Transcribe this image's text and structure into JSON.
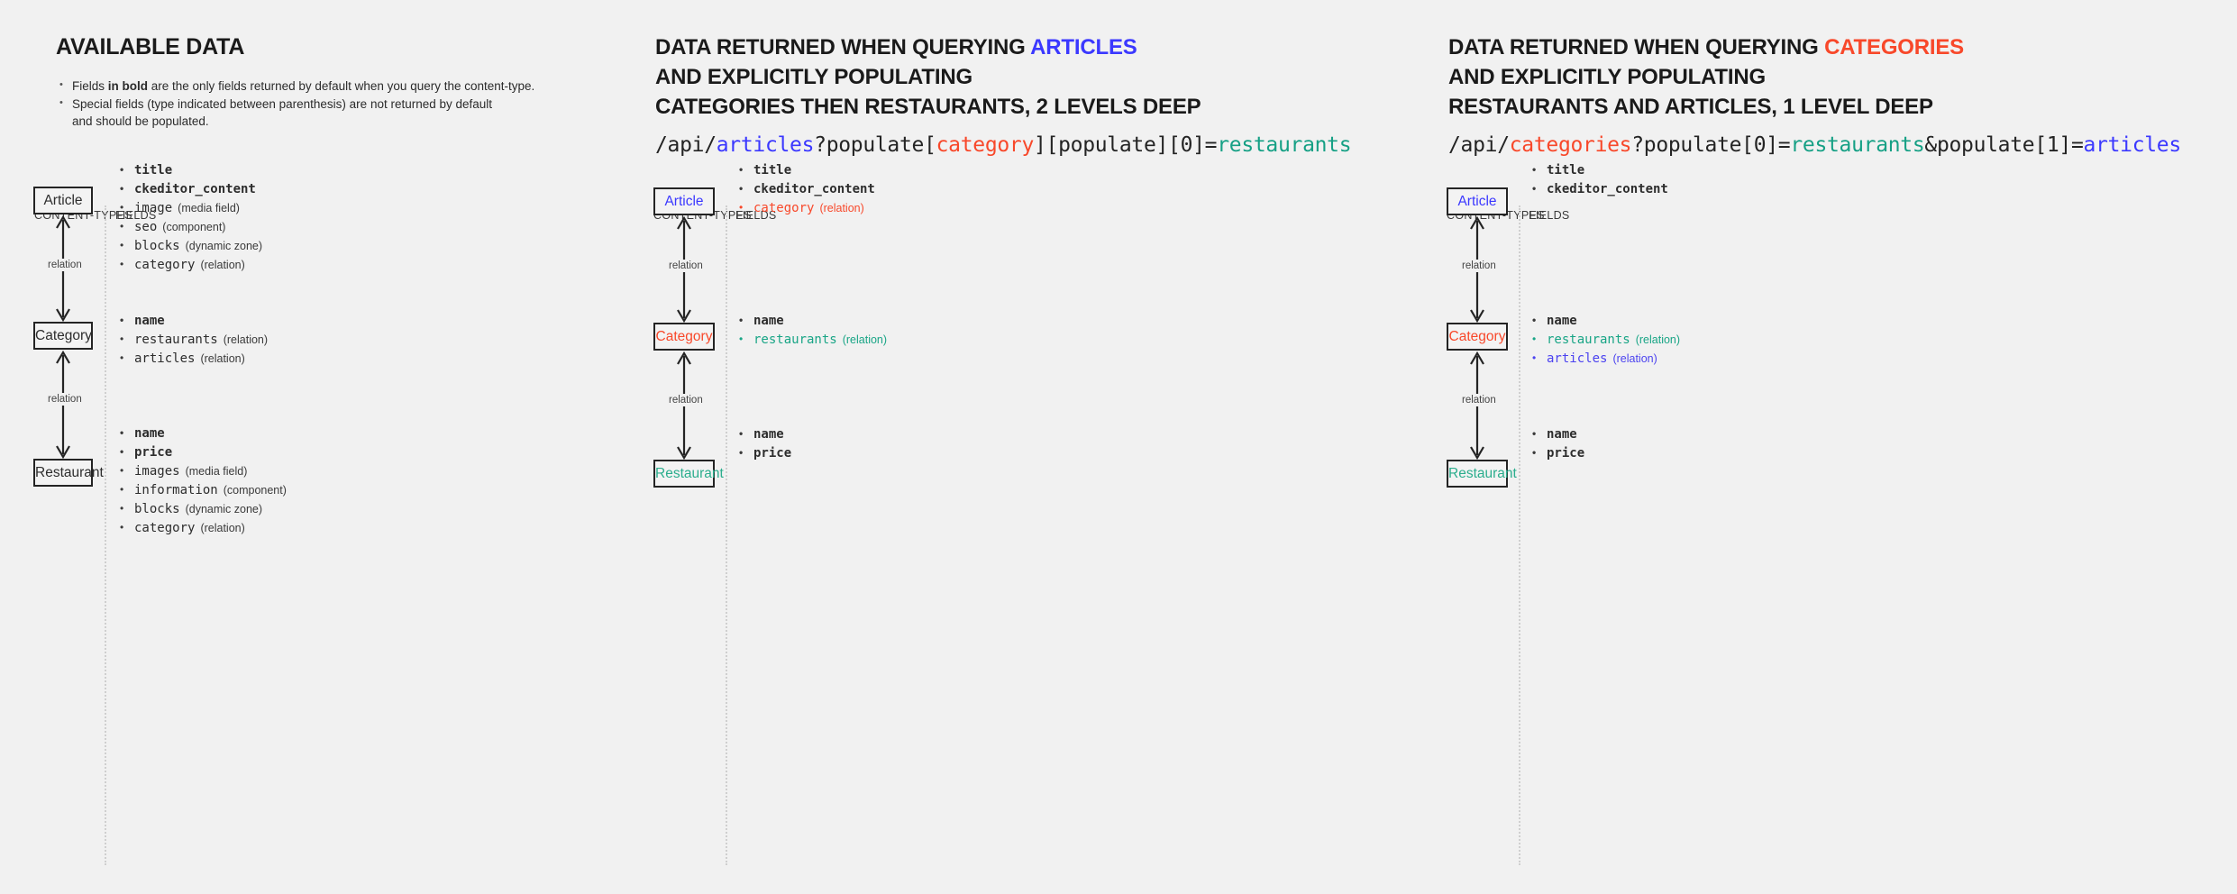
{
  "colors": {
    "background": "#f1f1f1",
    "text": "#1f1f1f",
    "accent_blue": "#3b38ff",
    "accent_red": "#f8482a",
    "accent_green": "#16a085",
    "divider": "#cfcfcf"
  },
  "labels": {
    "content_types": "CONTENT-TYPES",
    "fields": "FIELDS",
    "relation": "relation"
  },
  "panels": [
    {
      "id": "available-data",
      "heading": {
        "prefix": "AVAILABLE DATA",
        "accent": "",
        "accent_color": "",
        "line2": "",
        "line3": ""
      },
      "notes": [
        {
          "pre": "Fields ",
          "bold": "in bold",
          "post": " are the only fields returned by default when you query the content-type."
        },
        {
          "pre": "Special fields (type indicated between parenthesis) are not returned by default",
          "bold": "",
          "post": ""
        },
        {
          "pre": "and should be populated.",
          "bold": "",
          "post": ""
        }
      ],
      "url": null,
      "nodes": [
        {
          "label": "Article",
          "color": "default"
        },
        {
          "label": "Category",
          "color": "default"
        },
        {
          "label": "Restaurant",
          "color": "default"
        }
      ],
      "field_groups": [
        {
          "owner": "Article",
          "fields": [
            {
              "name": "title",
              "type": "",
              "bold": true,
              "color": "default"
            },
            {
              "name": "ckeditor_content",
              "type": "",
              "bold": true,
              "color": "default"
            },
            {
              "name": "image",
              "type": "(media field)",
              "bold": false,
              "color": "default"
            },
            {
              "name": "seo",
              "type": "(component)",
              "bold": false,
              "color": "default"
            },
            {
              "name": "blocks",
              "type": "(dynamic zone)",
              "bold": false,
              "color": "default"
            },
            {
              "name": "category",
              "type": "(relation)",
              "bold": false,
              "color": "default"
            }
          ]
        },
        {
          "owner": "Category",
          "fields": [
            {
              "name": "name",
              "type": "",
              "bold": true,
              "color": "default"
            },
            {
              "name": "restaurants",
              "type": "(relation)",
              "bold": false,
              "color": "default"
            },
            {
              "name": "articles",
              "type": "(relation)",
              "bold": false,
              "color": "default"
            }
          ]
        },
        {
          "owner": "Restaurant",
          "fields": [
            {
              "name": "name",
              "type": "",
              "bold": true,
              "color": "default"
            },
            {
              "name": "price",
              "type": "",
              "bold": true,
              "color": "default"
            },
            {
              "name": "images",
              "type": "(media field)",
              "bold": false,
              "color": "default"
            },
            {
              "name": "information",
              "type": "(component)",
              "bold": false,
              "color": "default"
            },
            {
              "name": "blocks",
              "type": "(dynamic zone)",
              "bold": false,
              "color": "default"
            },
            {
              "name": "category",
              "type": "(relation)",
              "bold": false,
              "color": "default"
            }
          ]
        }
      ]
    },
    {
      "id": "querying-articles",
      "heading": {
        "prefix": "DATA RETURNED WHEN QUERYING ",
        "accent": "ARTICLES",
        "accent_color": "blue",
        "line2": "AND EXPLICITLY POPULATING",
        "line3": "CATEGORIES THEN RESTAURANTS, 2 LEVELS DEEP"
      },
      "notes": [],
      "url": {
        "segments": [
          {
            "text": "/api/",
            "color": "default"
          },
          {
            "text": "articles",
            "color": "blue"
          },
          {
            "text": "?populate[",
            "color": "default"
          },
          {
            "text": "category",
            "color": "red"
          },
          {
            "text": "][populate][0]=",
            "color": "default"
          },
          {
            "text": "restaurants",
            "color": "green"
          }
        ],
        "plain": "/api/articles?populate[category][populate][0]=restaurants"
      },
      "nodes": [
        {
          "label": "Article",
          "color": "blue"
        },
        {
          "label": "Category",
          "color": "red"
        },
        {
          "label": "Restaurant",
          "color": "green"
        }
      ],
      "field_groups": [
        {
          "owner": "Article",
          "fields": [
            {
              "name": "title",
              "type": "",
              "bold": true,
              "color": "default"
            },
            {
              "name": "ckeditor_content",
              "type": "",
              "bold": true,
              "color": "default"
            },
            {
              "name": "category",
              "type": "(relation)",
              "bold": false,
              "color": "red"
            }
          ]
        },
        {
          "owner": "Category",
          "fields": [
            {
              "name": "name",
              "type": "",
              "bold": true,
              "color": "default"
            },
            {
              "name": "restaurants",
              "type": "(relation)",
              "bold": false,
              "color": "green"
            }
          ]
        },
        {
          "owner": "Restaurant",
          "fields": [
            {
              "name": "name",
              "type": "",
              "bold": true,
              "color": "default"
            },
            {
              "name": "price",
              "type": "",
              "bold": true,
              "color": "default"
            }
          ]
        }
      ]
    },
    {
      "id": "querying-categories",
      "heading": {
        "prefix": "DATA RETURNED WHEN QUERYING ",
        "accent": "CATEGORIES",
        "accent_color": "red",
        "line2": "AND EXPLICITLY POPULATING",
        "line3": "RESTAURANTS AND ARTICLES, 1 LEVEL DEEP"
      },
      "notes": [],
      "url": {
        "segments": [
          {
            "text": "/api/",
            "color": "default"
          },
          {
            "text": "categories",
            "color": "red"
          },
          {
            "text": "?populate[0]=",
            "color": "default"
          },
          {
            "text": "restaurants",
            "color": "green"
          },
          {
            "text": "&populate[1]=",
            "color": "default"
          },
          {
            "text": "articles",
            "color": "blue"
          }
        ],
        "plain": "/api/categories?populate[0]=restaurants&populate[1]=articles"
      },
      "nodes": [
        {
          "label": "Article",
          "color": "blue"
        },
        {
          "label": "Category",
          "color": "red"
        },
        {
          "label": "Restaurant",
          "color": "green"
        }
      ],
      "field_groups": [
        {
          "owner": "Article",
          "fields": [
            {
              "name": "title",
              "type": "",
              "bold": true,
              "color": "default"
            },
            {
              "name": "ckeditor_content",
              "type": "",
              "bold": true,
              "color": "default"
            }
          ]
        },
        {
          "owner": "Category",
          "fields": [
            {
              "name": "name",
              "type": "",
              "bold": true,
              "color": "default"
            },
            {
              "name": "restaurants",
              "type": "(relation)",
              "bold": false,
              "color": "green"
            },
            {
              "name": "articles",
              "type": "(relation)",
              "bold": false,
              "color": "blue"
            }
          ]
        },
        {
          "owner": "Restaurant",
          "fields": [
            {
              "name": "name",
              "type": "",
              "bold": true,
              "color": "default"
            },
            {
              "name": "price",
              "type": "",
              "bold": true,
              "color": "default"
            }
          ]
        }
      ]
    }
  ]
}
